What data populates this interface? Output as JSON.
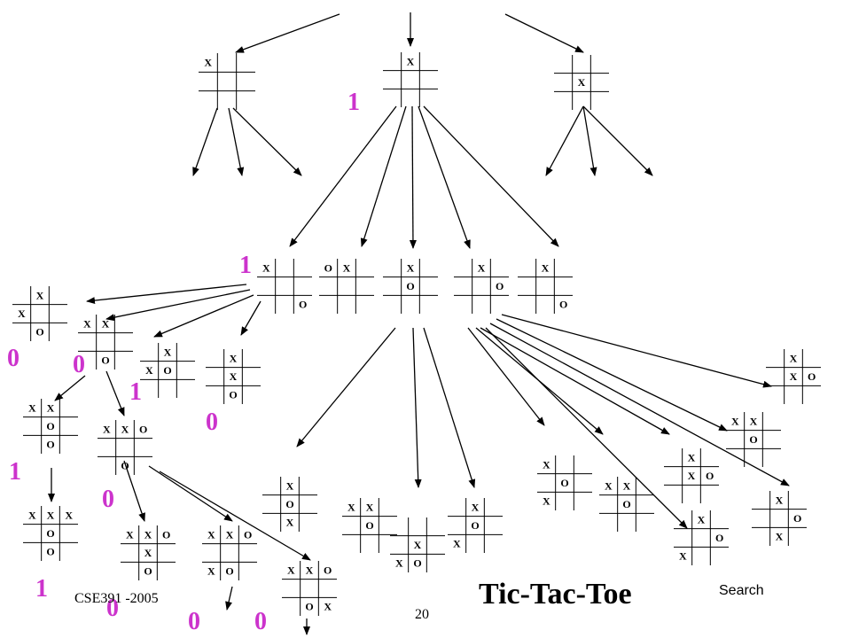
{
  "slide": {
    "title": "Tic-Tac-Toe",
    "footer_left": "CSE391 -2005",
    "page_number": "20",
    "footer_right": "Search"
  },
  "boards": [
    {
      "id": "root-corner",
      "marks": [
        "X",
        "",
        "",
        "",
        "",
        "",
        "",
        "",
        ""
      ]
    },
    {
      "id": "root-center-top",
      "marks": [
        "",
        "X",
        "",
        "",
        "",
        "",
        "",
        "",
        ""
      ]
    },
    {
      "id": "root-center",
      "marks": [
        "",
        "",
        "",
        "",
        "X",
        "",
        "",
        "",
        ""
      ]
    },
    {
      "id": "l2-a",
      "marks": [
        "X",
        "",
        "",
        "",
        "",
        "",
        "",
        "",
        "O"
      ]
    },
    {
      "id": "l2-b",
      "marks": [
        "O",
        "X",
        "",
        "",
        "",
        "",
        "",
        "",
        ""
      ]
    },
    {
      "id": "l2-c",
      "marks": [
        "",
        "X",
        "",
        "",
        "O",
        "",
        "",
        "",
        ""
      ]
    },
    {
      "id": "l2-d",
      "marks": [
        "",
        "X",
        "",
        "",
        "",
        "O",
        "",
        "",
        ""
      ]
    },
    {
      "id": "l2-e",
      "marks": [
        "",
        "X",
        "",
        "",
        "",
        "",
        "",
        "",
        "O"
      ]
    },
    {
      "id": "l3-a",
      "marks": [
        "",
        "X",
        "",
        "X",
        "",
        "",
        "",
        "O",
        ""
      ]
    },
    {
      "id": "l3-b",
      "marks": [
        "X",
        "X",
        "",
        "",
        "",
        "",
        "",
        "O",
        ""
      ]
    },
    {
      "id": "l3-c",
      "marks": [
        "",
        "X",
        "",
        "X",
        "O",
        "",
        "",
        "",
        ""
      ]
    },
    {
      "id": "l3-d",
      "marks": [
        "",
        "X",
        "",
        "",
        "X",
        "",
        "",
        "O",
        ""
      ]
    },
    {
      "id": "l4-a",
      "marks": [
        "X",
        "X",
        "",
        "",
        "O",
        "",
        "",
        "O",
        ""
      ]
    },
    {
      "id": "l4-b",
      "marks": [
        "X",
        "X",
        "O",
        "",
        "",
        "",
        "",
        "O",
        ""
      ]
    },
    {
      "id": "l5-a",
      "marks": [
        "X",
        "X",
        "X",
        "",
        "O",
        "",
        "",
        "O",
        ""
      ]
    },
    {
      "id": "l5-b",
      "marks": [
        "X",
        "X",
        "O",
        "",
        "X",
        "",
        "",
        "O",
        ""
      ]
    },
    {
      "id": "l5-c",
      "marks": [
        "X",
        "X",
        "O",
        "",
        "",
        "",
        "X",
        "O",
        ""
      ]
    },
    {
      "id": "l5-d",
      "marks": [
        "X",
        "X",
        "O",
        "",
        "",
        "",
        "",
        "O",
        "X"
      ]
    },
    {
      "id": "r3-a",
      "marks": [
        "",
        "X",
        "",
        "",
        "O",
        "",
        "",
        "X",
        ""
      ]
    },
    {
      "id": "r3-b",
      "marks": [
        "X",
        "X",
        "",
        "",
        "O",
        "",
        "",
        "",
        ""
      ]
    },
    {
      "id": "r3-c",
      "marks": [
        "",
        "",
        "",
        "",
        "X",
        "",
        "X",
        "O",
        ""
      ]
    },
    {
      "id": "r3-d",
      "marks": [
        "",
        "X",
        "",
        "",
        "O",
        "",
        "X",
        "",
        ""
      ]
    },
    {
      "id": "r3-e",
      "marks": [
        "X",
        "",
        "",
        "",
        "O",
        "",
        "X",
        "",
        ""
      ]
    },
    {
      "id": "r3-f",
      "marks": [
        "X",
        "X",
        "",
        "",
        "O",
        "",
        "",
        "",
        ""
      ]
    },
    {
      "id": "r3-g",
      "marks": [
        "",
        "X",
        "",
        "",
        "",
        "O",
        "X",
        "",
        ""
      ]
    },
    {
      "id": "r3-h",
      "marks": [
        "",
        "X",
        "",
        "",
        "X",
        "O",
        "",
        "",
        ""
      ]
    },
    {
      "id": "r3-i",
      "marks": [
        "X",
        "X",
        "",
        "",
        "O",
        "",
        "",
        "",
        ""
      ]
    },
    {
      "id": "r3-j",
      "marks": [
        "",
        "X",
        "",
        "",
        "X",
        "O",
        "",
        "",
        ""
      ]
    },
    {
      "id": "r3-k",
      "marks": [
        "",
        "X",
        "",
        "",
        "",
        "O",
        "",
        "X",
        ""
      ]
    }
  ],
  "scores": [
    {
      "id": "score-root-center",
      "value": "1"
    },
    {
      "id": "score-level2",
      "value": "1"
    },
    {
      "id": "score-l3-a",
      "value": "0"
    },
    {
      "id": "score-l3-b",
      "value": "0"
    },
    {
      "id": "score-l3-c",
      "value": "1"
    },
    {
      "id": "score-l3-d",
      "value": "0"
    },
    {
      "id": "score-l4-a",
      "value": "1"
    },
    {
      "id": "score-l4-b",
      "value": "0"
    },
    {
      "id": "score-l5-a",
      "value": "1"
    },
    {
      "id": "score-l5-b",
      "value": "0"
    },
    {
      "id": "score-l5-c",
      "value": "0"
    },
    {
      "id": "score-l5-d",
      "value": "0"
    }
  ]
}
